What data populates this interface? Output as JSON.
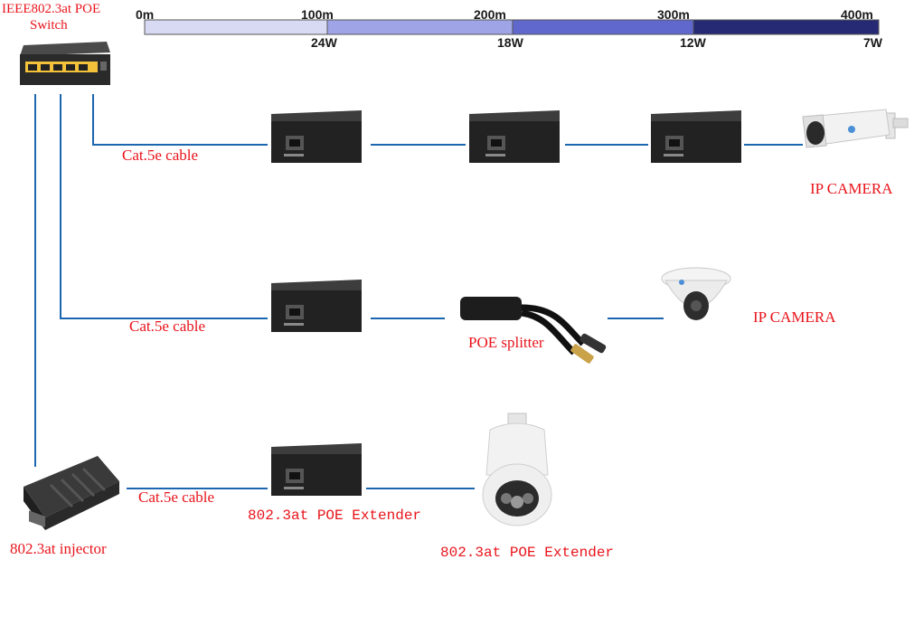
{
  "switch_label_line1": "IEEE802.3at POE",
  "switch_label_line2": "Switch",
  "distance_scale": {
    "distances": [
      "0m",
      "100m",
      "200m",
      "300m",
      "400m"
    ],
    "powers": [
      "24W",
      "18W",
      "12W",
      "7W"
    ],
    "segment_colors": [
      "#d8daf3",
      "#9fa4e6",
      "#6168cd",
      "#262a75"
    ]
  },
  "branches": {
    "top": {
      "cable_label": "Cat.5e cable",
      "device_label": "IP CAMERA"
    },
    "middle": {
      "cable_label": "Cat.5e cable",
      "splitter_label": "POE splitter",
      "device_label": "IP CAMERA"
    },
    "bottom": {
      "cable_label": "Cat.5e cable",
      "extender_label": "802.3at POE Extender",
      "device_label": "802.3at POE Extender",
      "injector_label": "802.3at injector"
    }
  },
  "colors": {
    "cable": "#1c66b0",
    "label": "#e8141b"
  }
}
